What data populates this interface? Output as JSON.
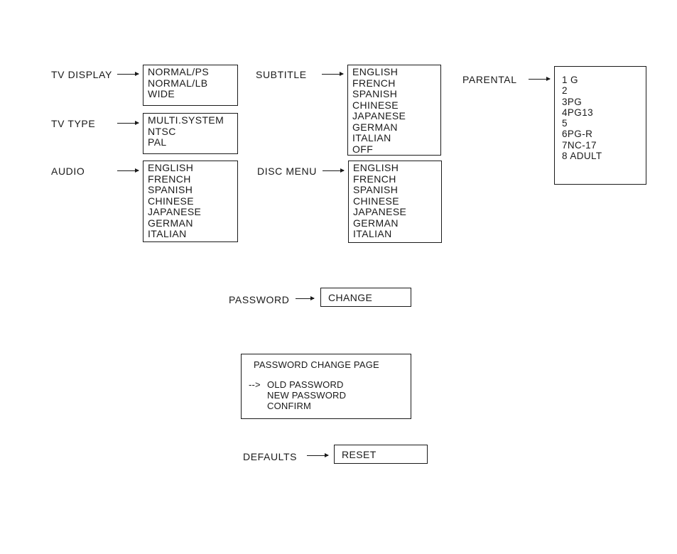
{
  "tv_display": {
    "label": "TV DISPLAY",
    "options": [
      "NORMAL/PS",
      "NORMAL/LB",
      "WIDE"
    ]
  },
  "tv_type": {
    "label": "TV TYPE",
    "options": [
      "MULTI.SYSTEM",
      "NTSC",
      "PAL"
    ]
  },
  "audio": {
    "label": "AUDIO",
    "options": [
      "ENGLISH",
      "FRENCH",
      "SPANISH",
      "CHINESE",
      "JAPANESE",
      "GERMAN",
      "ITALIAN"
    ]
  },
  "subtitle": {
    "label": "SUBTITLE",
    "options": [
      "ENGLISH",
      "FRENCH",
      "SPANISH",
      "CHINESE",
      "JAPANESE",
      "GERMAN",
      "ITALIAN",
      "OFF"
    ]
  },
  "disc_menu": {
    "label": "DISC MENU",
    "options": [
      "ENGLISH",
      "FRENCH",
      "SPANISH",
      "CHINESE",
      "JAPANESE",
      "GERMAN",
      "ITALIAN"
    ]
  },
  "parental": {
    "label": "PARENTAL",
    "options": [
      "1 G",
      "2",
      "3PG",
      "4PG13",
      "5",
      "6PG-R",
      "7NC-17",
      "8 ADULT"
    ]
  },
  "password": {
    "label": "PASSWORD",
    "option": "CHANGE"
  },
  "password_change_page": {
    "title": "PASSWORD CHANGE PAGE",
    "cursor": "-->",
    "items": [
      "OLD PASSWORD",
      "NEW PASSWORD",
      "CONFIRM"
    ]
  },
  "defaults": {
    "label": "DEFAULTS",
    "option": "RESET"
  }
}
